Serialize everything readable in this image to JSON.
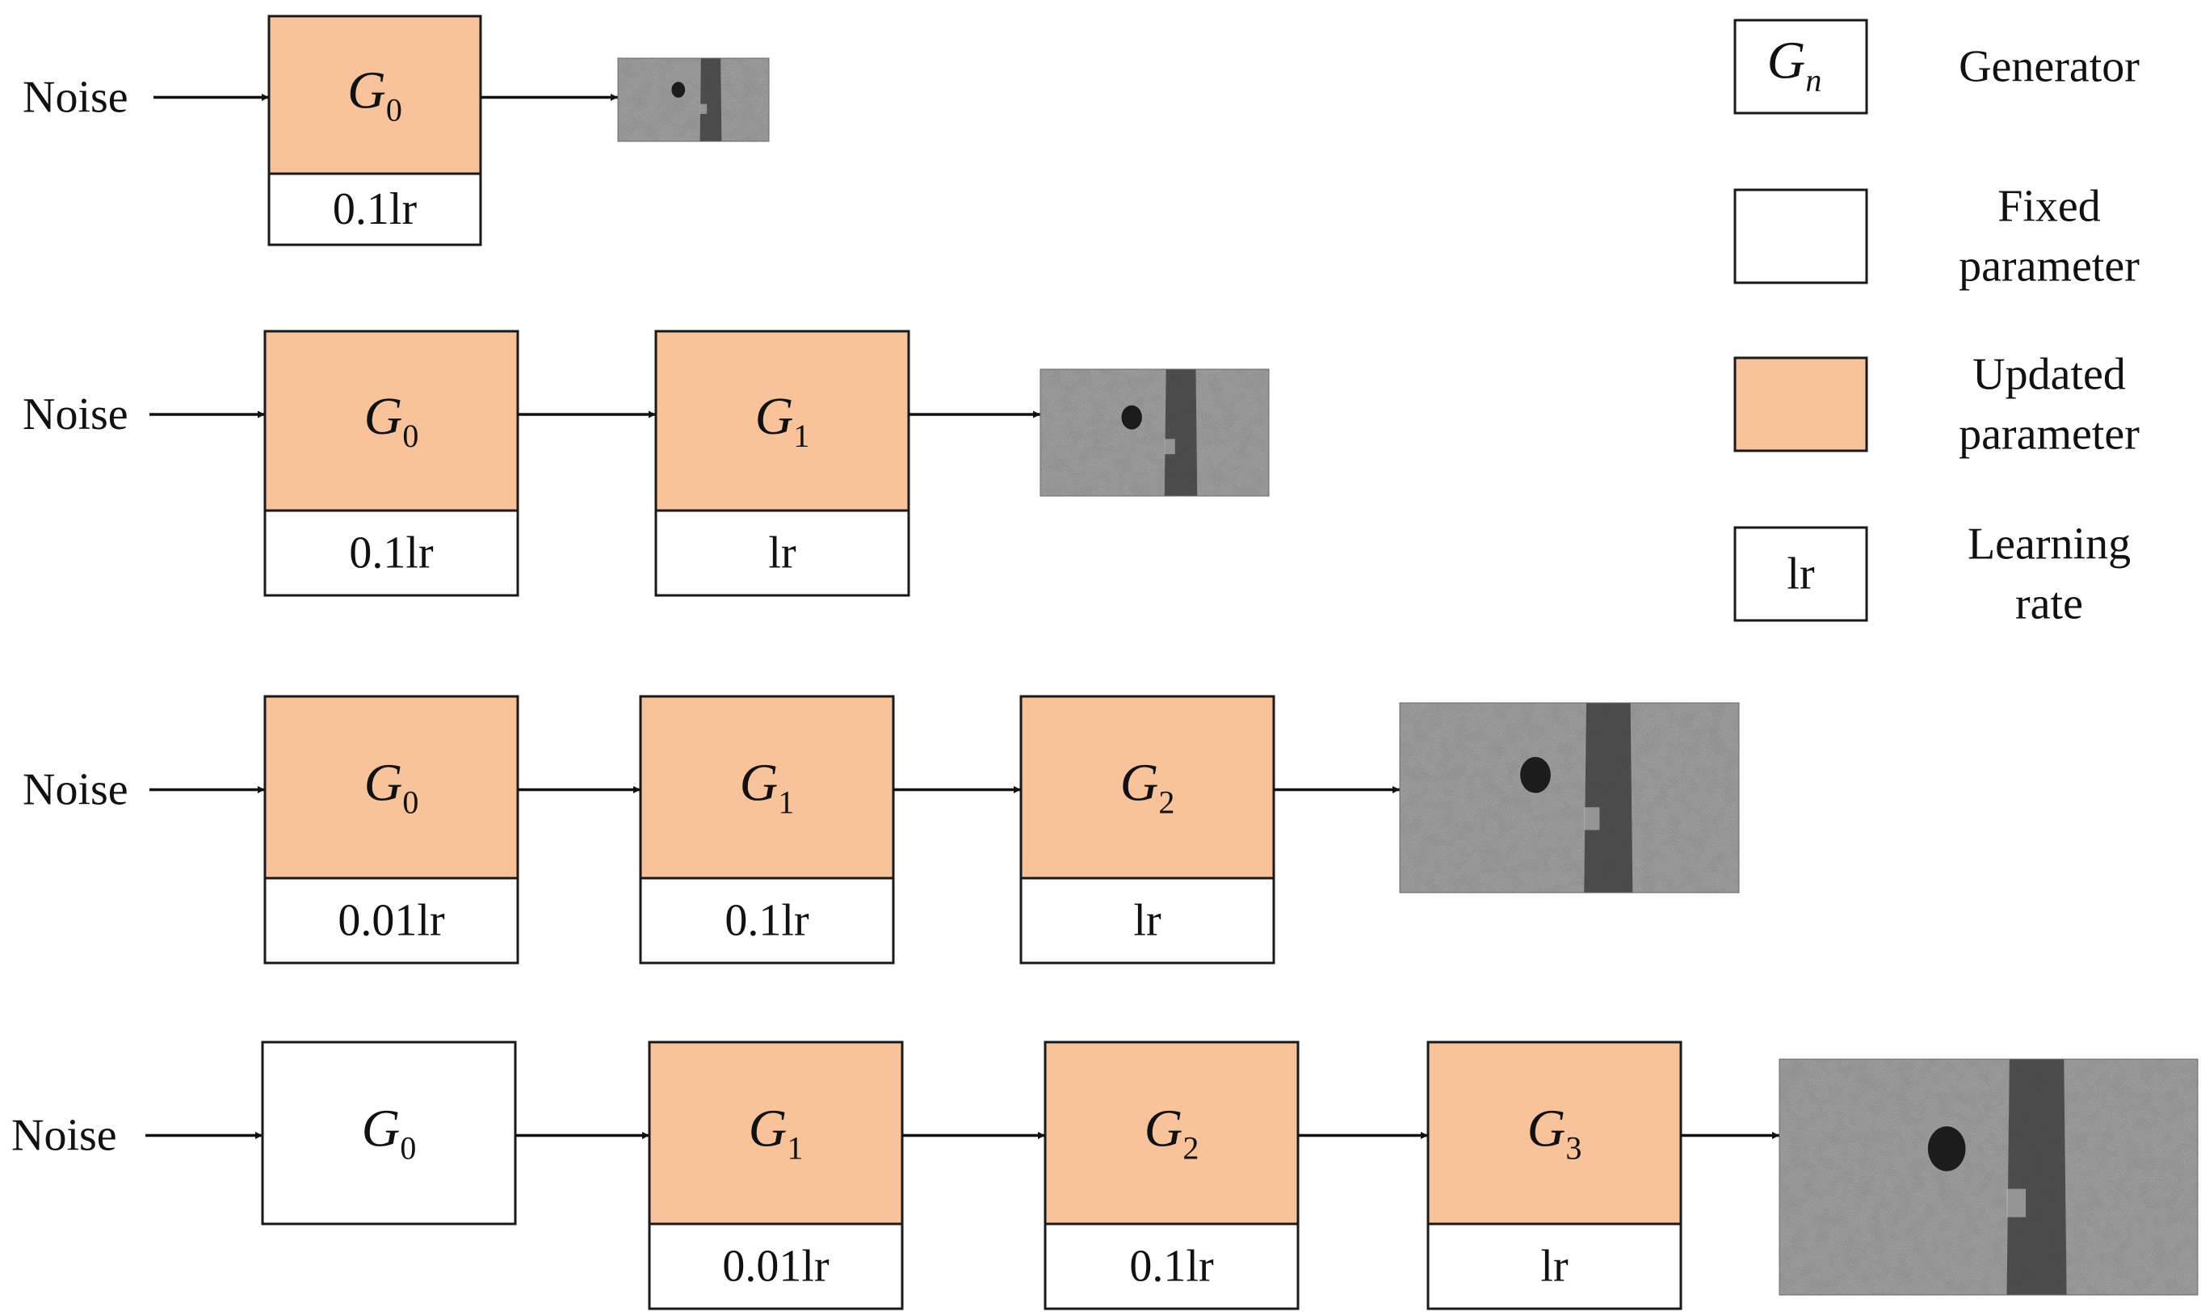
{
  "colors": {
    "updated": "#f8c39a",
    "fixed": "#ffffff",
    "stroke": "#1a1a1a",
    "texture_base": "#8a8a8a",
    "texture_dark": "#3e3e3e"
  },
  "noise_label": "Noise",
  "generator_letter": "G",
  "stages": [
    {
      "generators": [
        {
          "index": "0",
          "state": "updated",
          "lr": "0.1lr"
        }
      ]
    },
    {
      "generators": [
        {
          "index": "0",
          "state": "updated",
          "lr": "0.1lr"
        },
        {
          "index": "1",
          "state": "updated",
          "lr": "lr"
        }
      ]
    },
    {
      "generators": [
        {
          "index": "0",
          "state": "updated",
          "lr": "0.01lr"
        },
        {
          "index": "1",
          "state": "updated",
          "lr": "0.1lr"
        },
        {
          "index": "2",
          "state": "updated",
          "lr": "lr"
        }
      ]
    },
    {
      "generators": [
        {
          "index": "0",
          "state": "fixed",
          "lr": ""
        },
        {
          "index": "1",
          "state": "updated",
          "lr": "0.01lr"
        },
        {
          "index": "2",
          "state": "updated",
          "lr": "0.1lr"
        },
        {
          "index": "3",
          "state": "updated",
          "lr": "lr"
        }
      ]
    }
  ],
  "legend": {
    "generator": {
      "symbol": "G",
      "subscript": "n",
      "label_lines": [
        "Generator"
      ]
    },
    "fixed": {
      "label_lines": [
        "Fixed",
        "parameter"
      ]
    },
    "updated": {
      "label_lines": [
        "Updated",
        "parameter"
      ]
    },
    "learning_rate": {
      "symbol": "lr",
      "label_lines": [
        "Learning",
        "rate"
      ]
    }
  }
}
